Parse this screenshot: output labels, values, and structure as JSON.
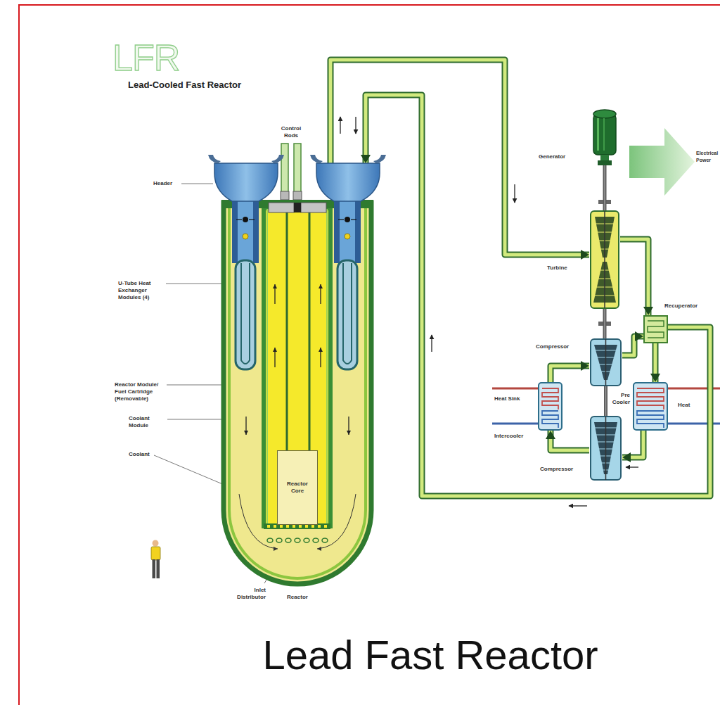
{
  "diagram": {
    "title": "Lead-Cooled Fast Reactor",
    "caption": "Lead Fast Reactor",
    "nodes": [
      {
        "text": [
          "Reactor"
        ]
      },
      {
        "text": [
          "Reactor Core"
        ],
        "in": 0
      },
      {
        "text": [
          "Generator"
        ]
      },
      {
        "text": [
          "Turbine"
        ]
      },
      {
        "text": [
          "Recuperator"
        ]
      },
      {
        "text": [
          "Compressor"
        ]
      },
      {
        "text": [
          "Heat Sink",
          "Intercooler"
        ]
      },
      {
        "text": [
          "Pre Cooler",
          "Heat"
        ]
      },
      {
        "text": [
          "Compressor"
        ]
      }
    ],
    "edges": [
      {
        "from": 0,
        "to": 3,
        "arrow": "to"
      },
      {
        "from": 3,
        "to": 4,
        "arrow": "to"
      },
      {
        "from": 4,
        "to": 7,
        "arrow": "to"
      },
      {
        "from": 7,
        "to": 8,
        "arrow": "to"
      },
      {
        "from": 8,
        "to": 6,
        "arrow": "to"
      },
      {
        "from": 6,
        "to": 5,
        "arrow": "to"
      },
      {
        "from": 5,
        "to": 4,
        "arrow": "to"
      },
      {
        "from": 4,
        "to": 0,
        "arrow": "to"
      },
      {
        "from": 2,
        "to": 3,
        "arrow": "none"
      },
      {
        "from": 3,
        "to": 5,
        "arrow": "none"
      },
      {
        "from": 5,
        "to": 8,
        "arrow": "none"
      }
    ],
    "labels": [
      "LFR",
      "Control Rods",
      "Header",
      "U-Tube Heat Exchanger Modules (4)",
      "Reactor Module/ Fuel Cartridge (Removable)",
      "Coolant Module",
      "Coolant",
      "Inlet Distributor",
      "Electrical Power"
    ]
  }
}
